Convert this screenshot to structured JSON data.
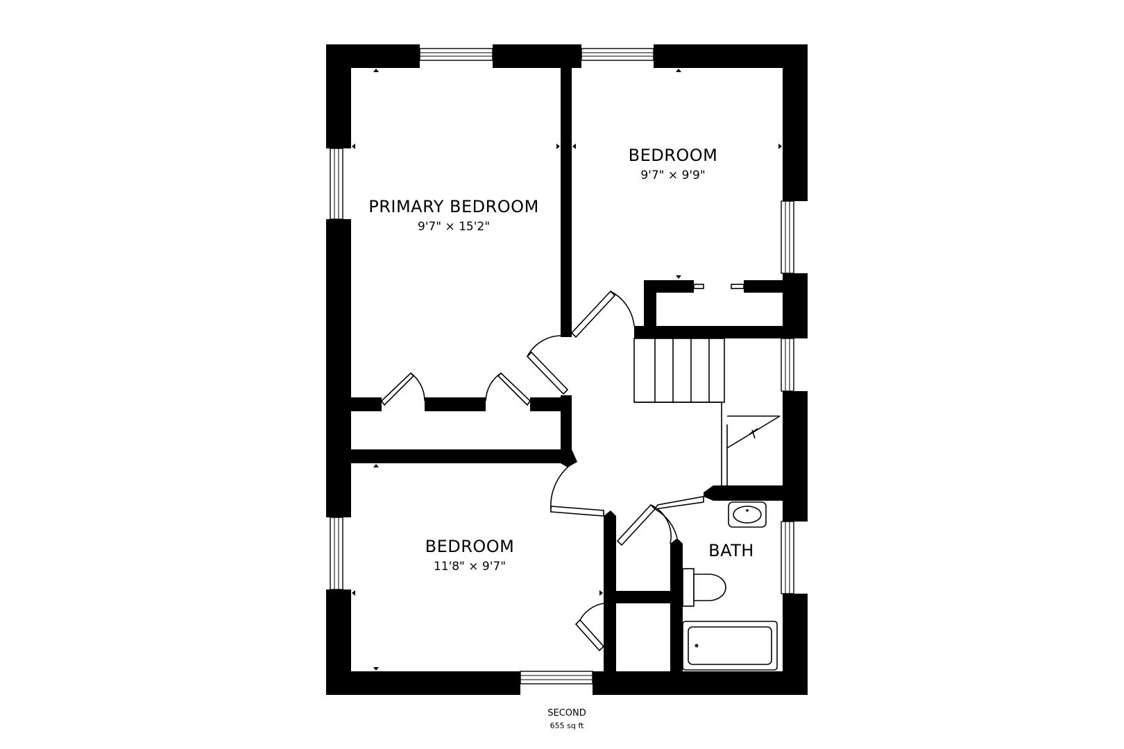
{
  "floor": {
    "name": "SECOND",
    "area": "655 sq ft"
  },
  "rooms": {
    "primary_bedroom": {
      "name": "PRIMARY BEDROOM",
      "dims": "9'7\" × 15'2\""
    },
    "bedroom_ne": {
      "name": "BEDROOM",
      "dims": "9'7\" × 9'9\""
    },
    "bedroom_sw": {
      "name": "BEDROOM",
      "dims": "11'8\" × 9'7\""
    },
    "bath": {
      "name": "BATH"
    }
  },
  "colors": {
    "wall": "#000000",
    "background": "#ffffff"
  }
}
